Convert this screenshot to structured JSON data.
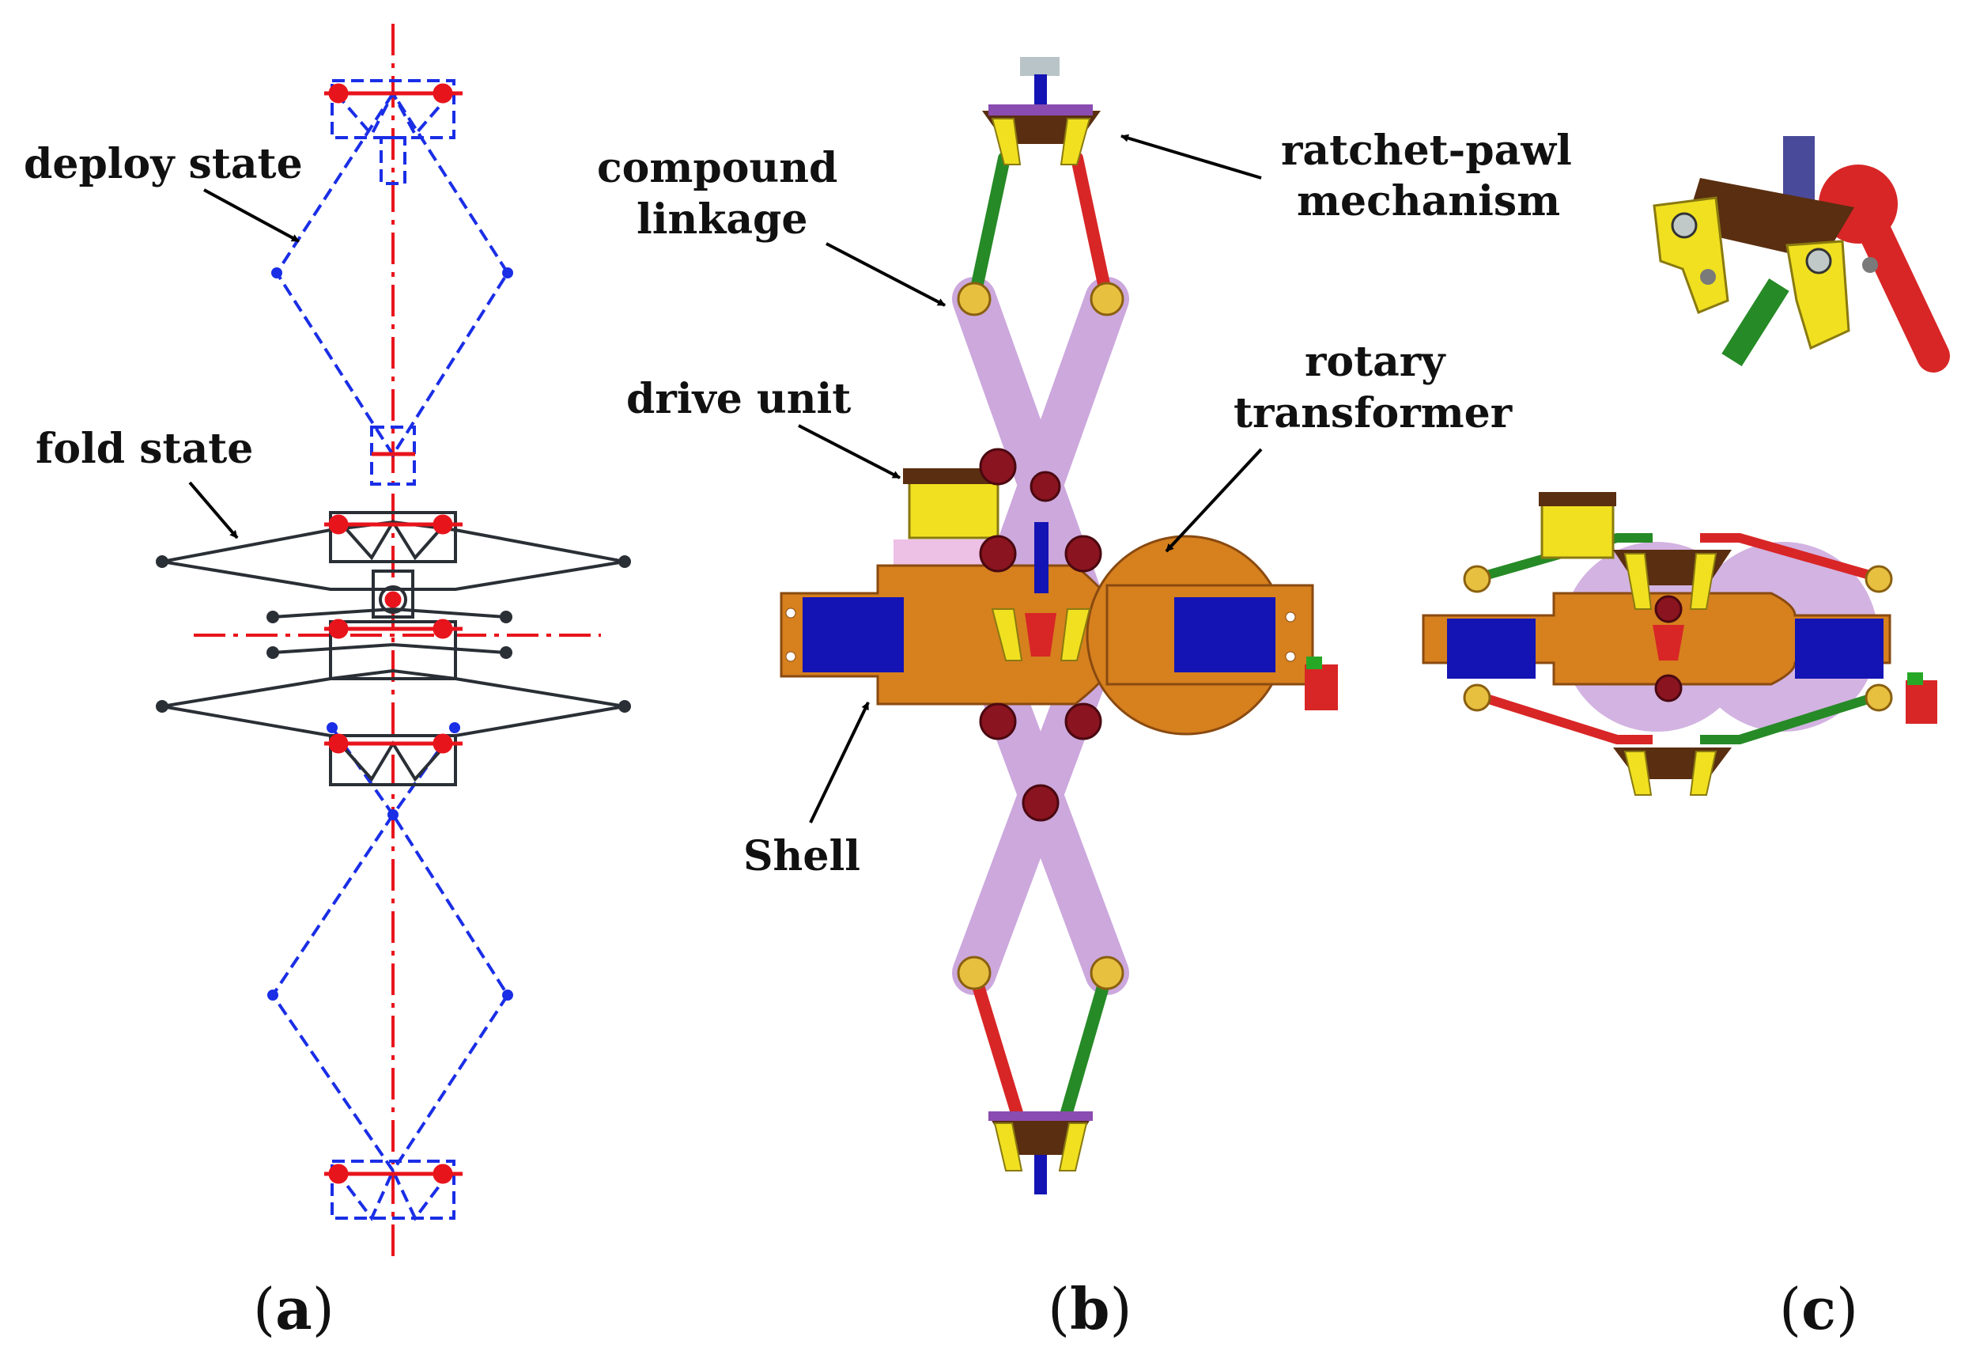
{
  "labels": {
    "deploy_state": "deploy state",
    "fold_state": "fold state",
    "compound_linkage_1": "compound",
    "compound_linkage_2": "linkage",
    "drive_unit": "drive unit",
    "shell": "Shell",
    "ratchet_1": "ratchet-pawl",
    "ratchet_2": "mechanism",
    "rotary_1": "rotary",
    "rotary_2": "transformer"
  },
  "captions": {
    "a": "a",
    "b": "b",
    "c": "c",
    "open": "(",
    "close": ")"
  },
  "colors": {
    "deploy": "#1a2ee6",
    "fold": "#2a2f36",
    "axis": "#e8141c",
    "shell": "#d6801e",
    "blue_block": "#1414b4",
    "purple_link": "#c49ad8",
    "red_link": "#d82626",
    "green_link": "#268a26",
    "yellow": "#f0e020",
    "brown": "#5a2e10",
    "maroon": "#8a1420"
  }
}
